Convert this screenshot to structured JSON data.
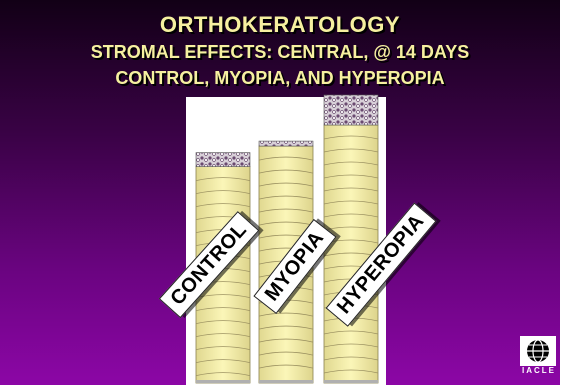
{
  "title": {
    "line1": "ORTHOKERATOLOGY",
    "line2": "STROMAL EFFECTS: CENTRAL, @ 14 DAYS",
    "line3": "CONTROL, MYOPIA, AND HYPEROPIA"
  },
  "columns": [
    {
      "label": "CONTROL",
      "relative_height": 0.8
    },
    {
      "label": "MYOPIA",
      "relative_height": 0.84
    },
    {
      "label": "HYPEROPIA",
      "relative_height": 1.0
    }
  ],
  "logo": {
    "text": "IACLE",
    "icon": "globe-icon"
  },
  "colors": {
    "background_top": "#120016",
    "background_bottom": "#8c06a6",
    "title_text": "#f6f0a0",
    "stroma": "#f4f0a4",
    "epithelium": "#c8c0c8"
  }
}
